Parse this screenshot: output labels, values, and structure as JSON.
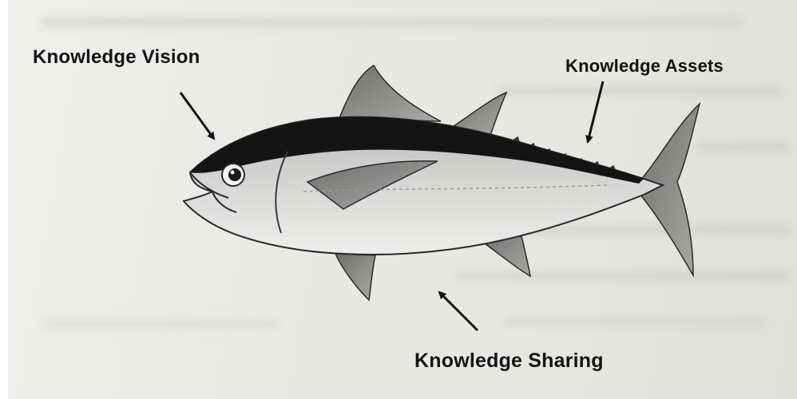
{
  "labels": {
    "vision": "Knowledge Vision",
    "assets": "Knowledge Assets",
    "sharing": "Knowledge Sharing"
  },
  "colors": {
    "background": "#e8e8e5",
    "text": "#141414",
    "fish_back": "#141414",
    "fish_body": "#d2d2d0",
    "fish_belly": "#ececea"
  },
  "illustration": "tuna-fish"
}
